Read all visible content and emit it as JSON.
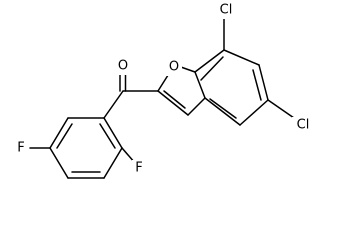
{
  "molecule": {
    "atoms": {
      "oxygen_carbonyl": "O",
      "oxygen_furan": "O",
      "chlorine_7": "Cl",
      "chlorine_5": "Cl",
      "fluorine_5": "F",
      "fluorine_2": "F"
    }
  },
  "colors": {
    "bond": "#000000",
    "background": "#ffffff"
  }
}
